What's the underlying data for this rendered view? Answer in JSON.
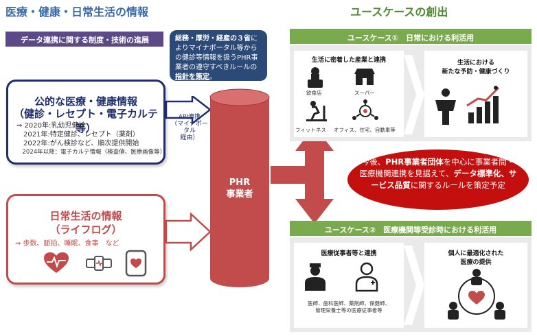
{
  "left_title": "医療・健康・日常生活の情報",
  "right_title": "ユースケースの創出",
  "purple_bar": "データ連携に関する制度・技術の進展",
  "note": {
    "seg1": "総務・厚労・経産の３省",
    "seg2": "によりマイナポータル等からの健診等情報を扱うPHR事業者の遵守すべきルールの",
    "seg3": "指針を策定",
    "seg4": "。"
  },
  "public_info": {
    "title1": "公的な医療・健康情報",
    "title2": "（健診・レセプト・電子カルテ等）",
    "items": [
      "⇒ 2020年:乳幼児健診",
      "　2021年:特定健診、レセプト（薬剤）",
      "　2022年:がん検診など、順次提供開始",
      "　2024年以降：電子カルテ情報（検査値、医療画像等）"
    ]
  },
  "api_label": {
    "line1": "API連携",
    "line2": "（マイナポータル",
    "line3": "経由）"
  },
  "lifelog": {
    "title1": "日常生活の情報",
    "title2": "（ライフログ）",
    "sub": "⇒ 歩数、脈拍、睡眠、食事　など"
  },
  "cylinder": {
    "line1": "PHR",
    "line2": "事業者"
  },
  "callout": {
    "p1": "今後、",
    "b1": "PHR事業者団体",
    "p2": "を中心に事業者間・医療機関連携を見据えて、",
    "b2": "データ標準化、サービス品質",
    "p3": "に関するルールを策定予定"
  },
  "usecase1": {
    "header": "ユースケース①　日常における利活用",
    "card1_title": "生活に密着した産業と連携",
    "labels": [
      "飲食店",
      "スーパー",
      "フィットネス",
      "オフィス、住宅、自動車等"
    ],
    "card2_title1": "生活における",
    "card2_title2": "新たな予防・健康づくり"
  },
  "usecase2": {
    "header": "ユースケース②　医療機関等受診時における利活用",
    "card1_title": "医療従事者等と連携",
    "card1_sub1": "医師、歯科医師、薬剤師、保健師、",
    "card1_sub2": "管理栄養士等の医療従事者等",
    "card2_title1": "個人に最適化された",
    "card2_title2": "医療の提供"
  },
  "colors": {
    "navy": "#1f2d6e",
    "red": "#c44a4a",
    "green": "#7aaa4e",
    "purple": "#5b4a87",
    "cylinder": "#c24b4b"
  }
}
